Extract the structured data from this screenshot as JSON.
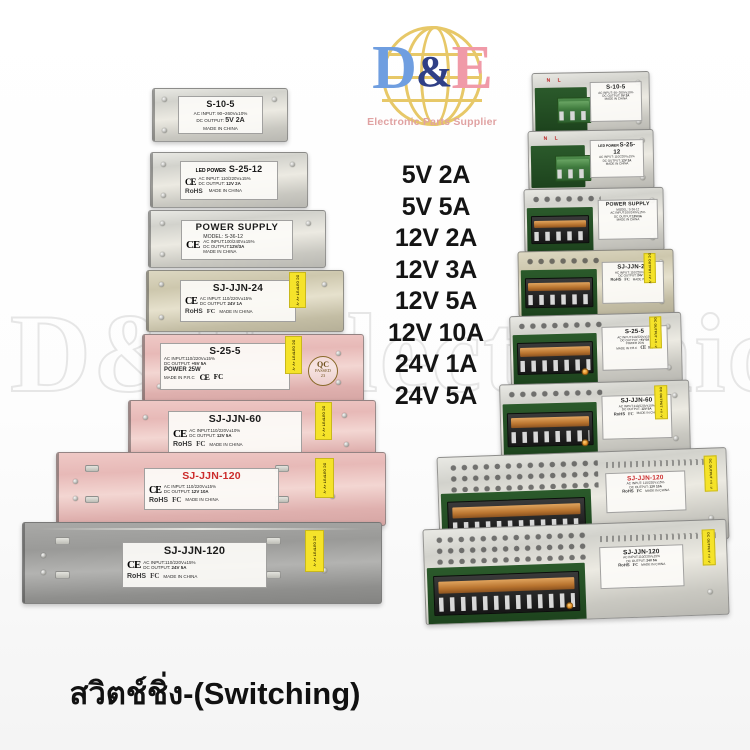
{
  "brand": {
    "letters_d": "D",
    "letters_amp": "&",
    "letters_e": "E",
    "tagline": "Electronic Parts Supplier",
    "globe_color": "#e3bf4e",
    "d_color": "#6f9ee0",
    "amp_color": "#2f3f86",
    "e_color": "#f09aa8"
  },
  "watermark": {
    "text": "D&E electronics"
  },
  "caption": {
    "text": "สวิตช์ชิ่ง-(Switching)"
  },
  "specs": {
    "items": [
      "5V 2A",
      "5V 5A",
      "12V 2A",
      "12V 3A",
      "12V 5A",
      "12V 10A",
      "24V 1A",
      "24V 5A"
    ]
  },
  "warning_tab": {
    "text": "DC OUTPUT +V -V"
  },
  "units": [
    {
      "id": "s-10-5",
      "model": "S-10-5",
      "model_prefix": "",
      "ac_input": "AC INPUT:   90~260V±10%",
      "dc_output_label": "DC OUTPUT:",
      "dc_output": "5V 2A",
      "origin": "MADE IN CHINA",
      "marks": "",
      "case_color": "silver",
      "spec": "5V 2A"
    },
    {
      "id": "s-25-12",
      "model": "S-25-12",
      "model_prefix": "LED POWER",
      "ac_input": "AC INPUT: 110/220V±15%",
      "dc_output_label": "DC OUTPUT:",
      "dc_output": "12V 2A",
      "origin": "MADE IN CHINA",
      "marks": "CE RoHS",
      "case_color": "silver",
      "spec": "12V 2A"
    },
    {
      "id": "s-36-12",
      "model": "MODEL: S-36-12",
      "model_prefix": "POWER SUPPLY",
      "ac_input": "AC INPUT:100/240V±15%",
      "dc_output_label": "DC OUTPUT:",
      "dc_output": "12V/3A",
      "origin": "MADE IN CHINA",
      "marks": "CE",
      "case_color": "silver",
      "spec": "12V 3A"
    },
    {
      "id": "sj-jjn-24",
      "model": "SJ-JJN-24",
      "model_prefix": "",
      "ac_input": "AC INPUT: 110/220V±15%",
      "dc_output_label": "DC OUTPUT:",
      "dc_output": "24V 1A",
      "origin": "MADE IN CHINA",
      "marks": "CE RoHS FC",
      "case_color": "brass",
      "spec": "24V 1A"
    },
    {
      "id": "s-25-5",
      "model": "S-25-5",
      "model_prefix": "",
      "ac_input": "AC INPUT:110/220V±15%",
      "dc_output_label": "DC OUTPUT:",
      "dc_output": "+5V  5A",
      "power": "POWER 25W",
      "origin": "MADE IN P.R.C",
      "marks": "CE FC",
      "qc_top": "QC",
      "qc_mid": "PASSED",
      "qc_bottom": "23",
      "case_color": "pink",
      "spec": "5V 5A"
    },
    {
      "id": "sj-jjn-60",
      "model": "SJ-JJN-60",
      "model_prefix": "",
      "ac_input": "AC INPUT:110/220V±10%",
      "dc_output_label": "DC OUTPUT:",
      "dc_output": "12V 5A",
      "origin": "MADE IN CHINA",
      "marks": "CE RoHS FC",
      "case_color": "pink",
      "spec": "12V 5A"
    },
    {
      "id": "sj-jjn-120-12v",
      "model": "SJ-JJN-120",
      "model_prefix": "",
      "ac_input": "AC INPUT: 110/220V±15%",
      "dc_output_label": "DC OUTPUT:",
      "dc_output": "12V 10A",
      "origin": "MADE IN CHINA",
      "marks": "CE RoHS FC",
      "case_color": "pink",
      "model_red": true,
      "spec": "12V 10A"
    },
    {
      "id": "sj-jjn-120-24v",
      "model": "SJ-JJN-120",
      "model_prefix": "",
      "ac_input": "AC INPUT:110/220V±15%",
      "dc_output_label": "DC OUTPUT:",
      "dc_output": "24V  5A",
      "origin": "MADE IN CHINA",
      "marks": "CE RoHS FC",
      "case_color": "gray",
      "spec": "24V 5A"
    }
  ],
  "right_column": {
    "terminal_marks": "N  L",
    "ground_mark": "AC"
  }
}
